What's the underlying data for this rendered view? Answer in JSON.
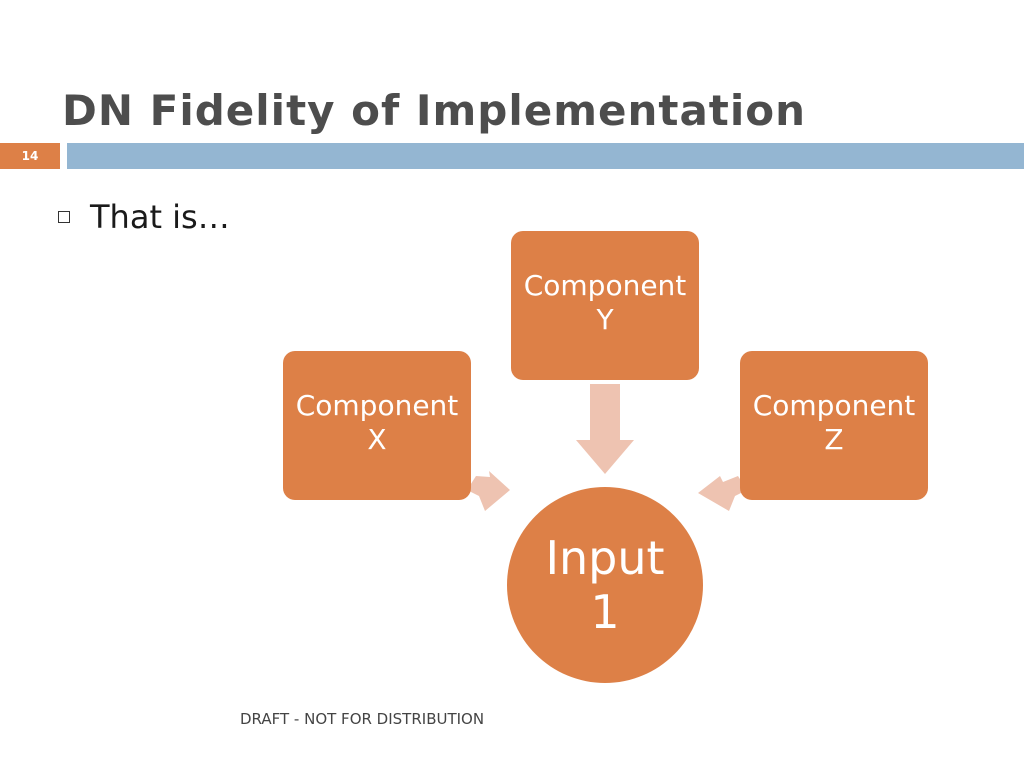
{
  "slide": {
    "title": "DN Fidelity of Implementation",
    "page_number": "14",
    "bullet_text": "That is…",
    "footer": "DRAFT - NOT FOR DISTRIBUTION"
  },
  "diagram": {
    "nodes": {
      "component_x": {
        "line1": "Component",
        "line2": "X"
      },
      "component_y": {
        "line1": "Component",
        "line2": "Y"
      },
      "component_z": {
        "line1": "Component",
        "line2": "Z"
      },
      "input": {
        "line1": "Input",
        "line2": "1"
      }
    }
  },
  "colors": {
    "accent_orange": "#dd8047",
    "arrow_light": "#eec3b1",
    "title_bar_blue": "#94b6d2",
    "title_text": "#4d4d4d"
  }
}
